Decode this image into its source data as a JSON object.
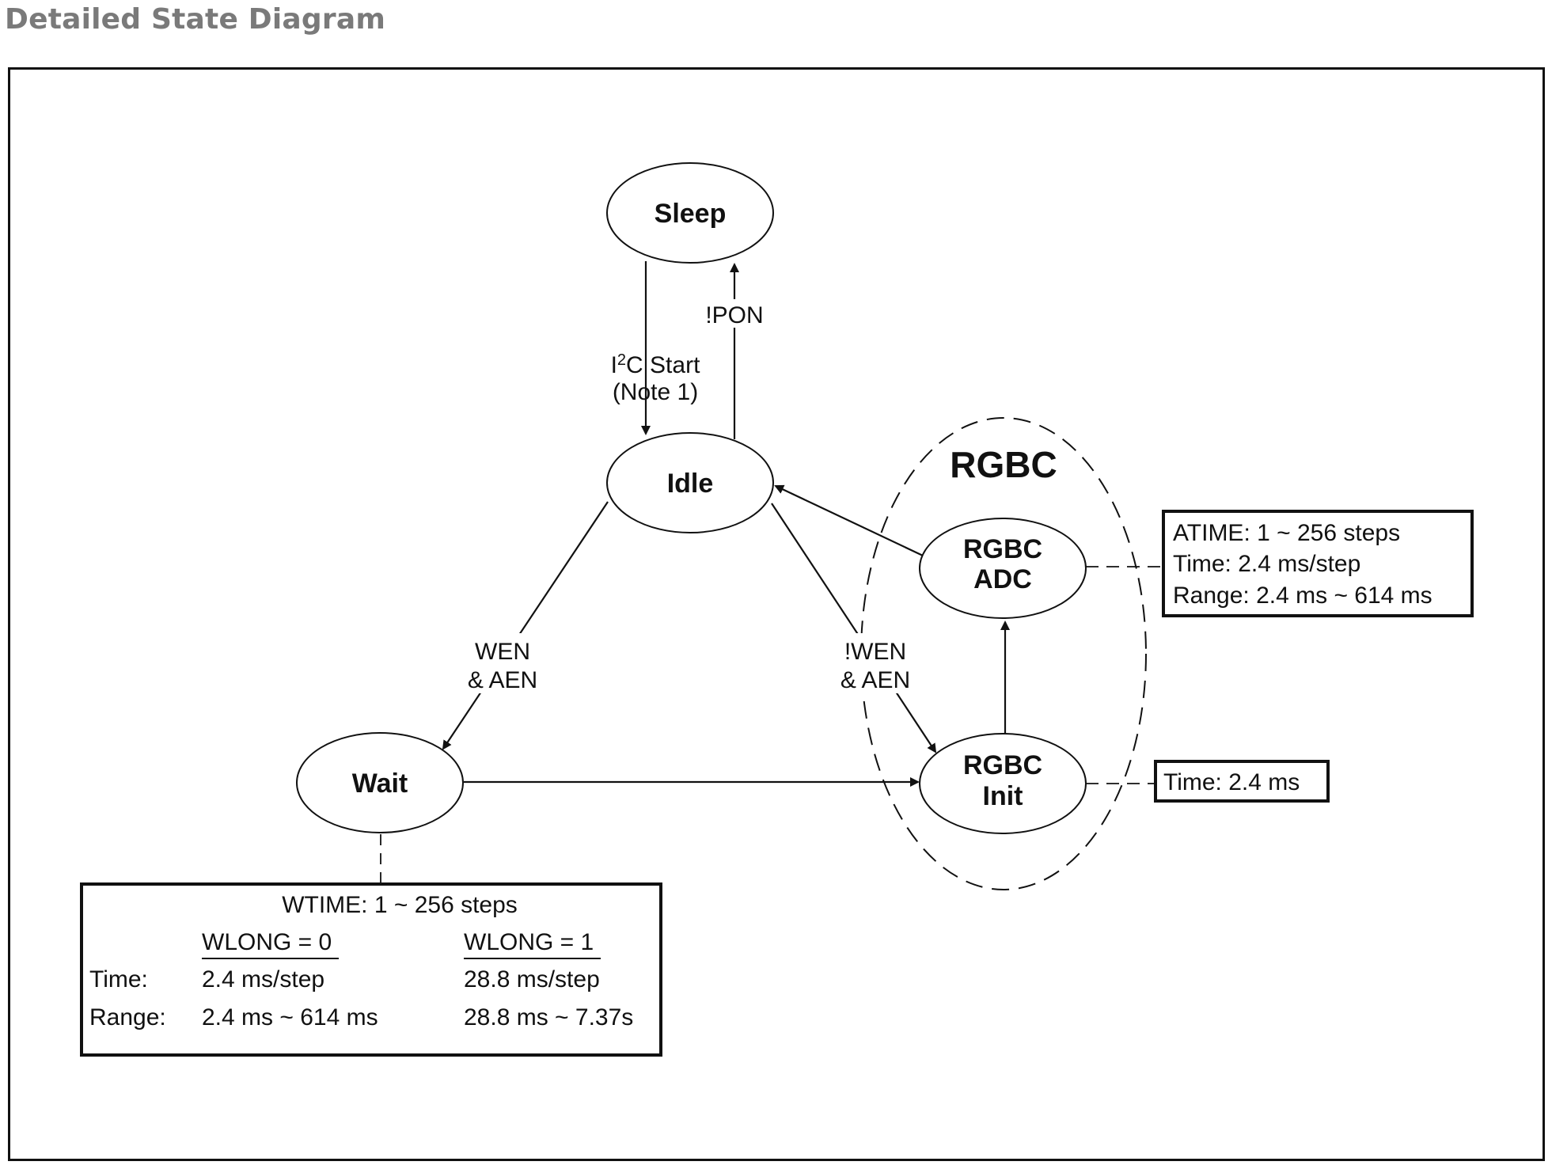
{
  "title": "Detailed State Diagram",
  "states": {
    "sleep": "Sleep",
    "idle": "Idle",
    "wait": "Wait",
    "rgbc_adc_line1": "RGBC",
    "rgbc_adc_line2": "ADC",
    "rgbc_init_line1": "RGBC",
    "rgbc_init_line2": "Init"
  },
  "group_label": "RGBC",
  "transitions": {
    "i2c_start_prefix": "I",
    "i2c_start_sup": "2",
    "i2c_start_suffix": "C Start",
    "note": "(Note 1)",
    "pon": "!PON",
    "wen_line1": "WEN",
    "wen_line2": "& AEN",
    "not_wen_line1": "!WEN",
    "not_wen_line2": "& AEN"
  },
  "adc_box": {
    "line1": "ATIME: 1 ~ 256 steps",
    "line2": "Time: 2.4 ms/step",
    "line3": "Range: 2.4 ms ~ 614 ms"
  },
  "init_box": {
    "line1": "Time: 2.4 ms"
  },
  "wait_box": {
    "header": "WTIME: 1 ~ 256 steps",
    "col1_header": "WLONG = 0",
    "col2_header": "WLONG = 1",
    "row1_label": "Time:",
    "row1_col1": "2.4 ms/step",
    "row1_col2": "28.8 ms/step",
    "row2_label": "Range:",
    "row2_col1": "2.4 ms ~ 614 ms",
    "row2_col2": "28.8 ms ~ 7.37s"
  }
}
